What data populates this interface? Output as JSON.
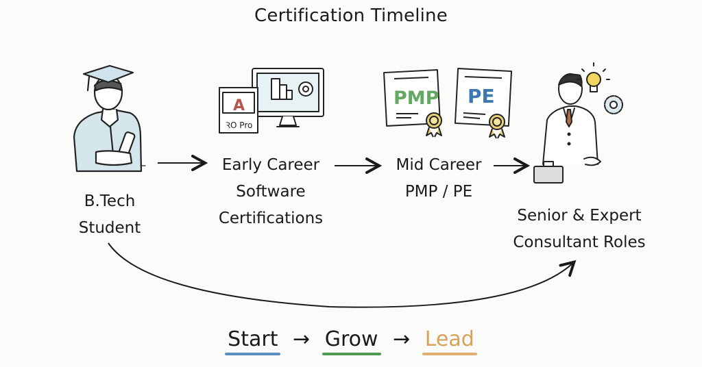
{
  "title": "Certification Timeline",
  "stages": [
    {
      "id": "student",
      "lines": [
        "B.Tech",
        "Student"
      ],
      "icon": "graduate-student-icon"
    },
    {
      "id": "early",
      "lines": [
        "Early Career",
        "Software",
        "Certifications"
      ],
      "icon": "software-certification-icon",
      "badges": {
        "app_letter": "A",
        "sub_label": "Pro"
      }
    },
    {
      "id": "mid",
      "lines": [
        "Mid Career",
        "PMP / PE"
      ],
      "icon": "certificates-icon",
      "badges": {
        "cert1": "PMP",
        "cert2": "PE"
      }
    },
    {
      "id": "senior",
      "lines": [
        "Senior & Expert",
        "Consultant Roles"
      ],
      "icon": "consultant-icon"
    }
  ],
  "slogan": {
    "words": [
      "Start",
      "Grow",
      "Lead"
    ],
    "arrow": "→",
    "colors": {
      "start": "#5b8fc4",
      "grow": "#4f9a52",
      "lead": "#d9a25a",
      "lead_text": "#d9a25a"
    }
  },
  "colors": {
    "pmp": "#63a863",
    "pe": "#3f78b0",
    "autocad": "#b5544a",
    "shirt": "#cfe3ea",
    "bulb": "#f4d35e",
    "ribbon": "#e9cf7a"
  }
}
